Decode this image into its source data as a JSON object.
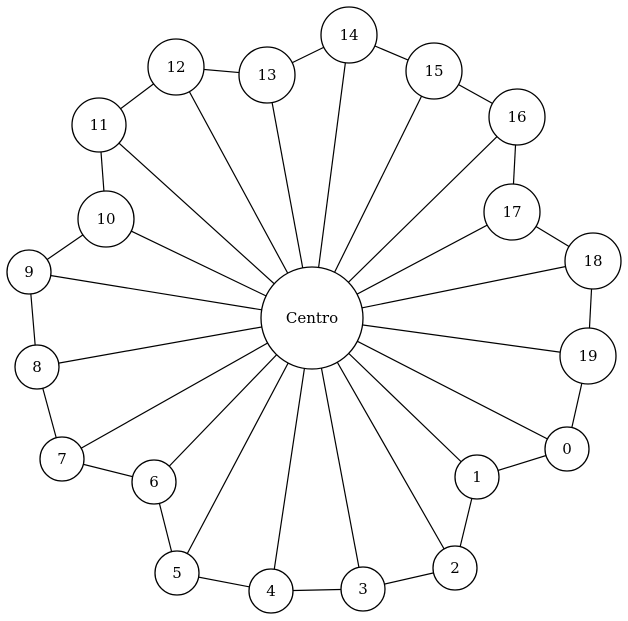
{
  "graph": {
    "nodes": [
      {
        "id": "centro",
        "label": "Centro"
      },
      {
        "id": "n0",
        "label": "0"
      },
      {
        "id": "n1",
        "label": "1"
      },
      {
        "id": "n2",
        "label": "2"
      },
      {
        "id": "n3",
        "label": "3"
      },
      {
        "id": "n4",
        "label": "4"
      },
      {
        "id": "n5",
        "label": "5"
      },
      {
        "id": "n6",
        "label": "6"
      },
      {
        "id": "n7",
        "label": "7"
      },
      {
        "id": "n8",
        "label": "8"
      },
      {
        "id": "n9",
        "label": "9"
      },
      {
        "id": "n10",
        "label": "10"
      },
      {
        "id": "n11",
        "label": "11"
      },
      {
        "id": "n12",
        "label": "12"
      },
      {
        "id": "n13",
        "label": "13"
      },
      {
        "id": "n14",
        "label": "14"
      },
      {
        "id": "n15",
        "label": "15"
      },
      {
        "id": "n16",
        "label": "16"
      },
      {
        "id": "n17",
        "label": "17"
      },
      {
        "id": "n18",
        "label": "18"
      },
      {
        "id": "n19",
        "label": "19"
      }
    ],
    "edges": [
      [
        "centro",
        "n0"
      ],
      [
        "centro",
        "n1"
      ],
      [
        "centro",
        "n2"
      ],
      [
        "centro",
        "n3"
      ],
      [
        "centro",
        "n4"
      ],
      [
        "centro",
        "n5"
      ],
      [
        "centro",
        "n6"
      ],
      [
        "centro",
        "n7"
      ],
      [
        "centro",
        "n8"
      ],
      [
        "centro",
        "n9"
      ],
      [
        "centro",
        "n10"
      ],
      [
        "centro",
        "n11"
      ],
      [
        "centro",
        "n12"
      ],
      [
        "centro",
        "n13"
      ],
      [
        "centro",
        "n14"
      ],
      [
        "centro",
        "n15"
      ],
      [
        "centro",
        "n16"
      ],
      [
        "centro",
        "n17"
      ],
      [
        "centro",
        "n18"
      ],
      [
        "centro",
        "n19"
      ],
      [
        "n0",
        "n1"
      ],
      [
        "n1",
        "n2"
      ],
      [
        "n2",
        "n3"
      ],
      [
        "n3",
        "n4"
      ],
      [
        "n4",
        "n5"
      ],
      [
        "n5",
        "n6"
      ],
      [
        "n6",
        "n7"
      ],
      [
        "n7",
        "n8"
      ],
      [
        "n8",
        "n9"
      ],
      [
        "n9",
        "n10"
      ],
      [
        "n10",
        "n11"
      ],
      [
        "n11",
        "n12"
      ],
      [
        "n12",
        "n13"
      ],
      [
        "n13",
        "n14"
      ],
      [
        "n14",
        "n15"
      ],
      [
        "n15",
        "n16"
      ],
      [
        "n16",
        "n17"
      ],
      [
        "n17",
        "n18"
      ],
      [
        "n18",
        "n19"
      ],
      [
        "n19",
        "n0"
      ]
    ]
  }
}
